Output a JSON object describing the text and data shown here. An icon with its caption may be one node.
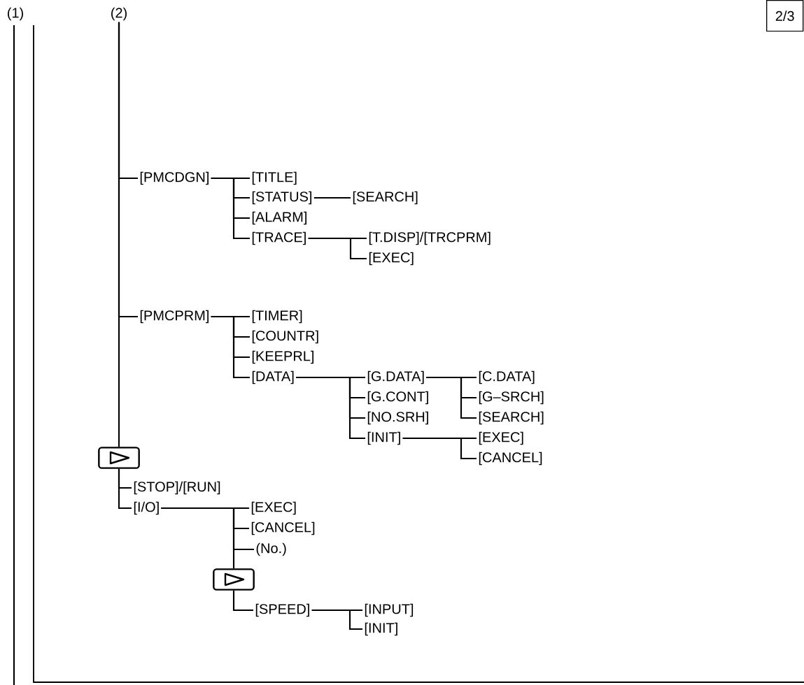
{
  "diagram": {
    "nodes": [
      {
        "text": [
          "(2)"
        ]
      },
      {
        "text": [
          "[PMCDGN]"
        ]
      },
      {
        "text": [
          "[TITLE]"
        ]
      },
      {
        "text": [
          "[STATUS]"
        ]
      },
      {
        "text": [
          "[SEARCH]"
        ]
      },
      {
        "text": [
          "[ALARM]"
        ]
      },
      {
        "text": [
          "[TRACE]"
        ]
      },
      {
        "text": [
          "[T.DISP]/[TRCPRM]"
        ]
      },
      {
        "text": [
          "[EXEC]"
        ]
      },
      {
        "text": [
          "[PMCPRM]"
        ]
      },
      {
        "text": [
          "[TIMER]"
        ]
      },
      {
        "text": [
          "[COUNTR]"
        ]
      },
      {
        "text": [
          "[KEEPRL]"
        ]
      },
      {
        "text": [
          "[DATA]"
        ]
      },
      {
        "text": [
          "[G.DATA]"
        ]
      },
      {
        "text": [
          "[G.CONT]"
        ]
      },
      {
        "text": [
          "[NO.SRH]"
        ]
      },
      {
        "text": [
          "[INIT]"
        ]
      },
      {
        "text": [
          "[C.DATA]"
        ]
      },
      {
        "text": [
          "[G–SRCH]"
        ]
      },
      {
        "text": [
          "[SEARCH]"
        ]
      },
      {
        "text": [
          "[EXEC]"
        ]
      },
      {
        "text": [
          "[CANCEL]"
        ]
      },
      {
        "text": [],
        "shape": "box"
      },
      {
        "text": [
          "[STOP]/[RUN]"
        ]
      },
      {
        "text": [
          "[I/O]"
        ]
      },
      {
        "text": [
          "[EXEC]"
        ]
      },
      {
        "text": [
          "[CANCEL]"
        ]
      },
      {
        "text": [
          "(No.)"
        ]
      },
      {
        "text": [],
        "shape": "box"
      },
      {
        "text": [
          "[SPEED]"
        ]
      },
      {
        "text": [
          "[INPUT]"
        ]
      },
      {
        "text": [
          "[INIT]"
        ]
      },
      {
        "text": [
          "2/3"
        ]
      }
    ],
    "edges": [
      {
        "from": 0,
        "to": 1,
        "arrow": "none"
      },
      {
        "from": 0,
        "to": 9,
        "arrow": "none"
      },
      {
        "from": 0,
        "to": 23,
        "arrow": "none"
      },
      {
        "from": 1,
        "to": 2,
        "arrow": "none"
      },
      {
        "from": 1,
        "to": 3,
        "arrow": "none"
      },
      {
        "from": 1,
        "to": 5,
        "arrow": "none"
      },
      {
        "from": 1,
        "to": 6,
        "arrow": "none"
      },
      {
        "from": 3,
        "to": 4,
        "arrow": "none"
      },
      {
        "from": 6,
        "to": 7,
        "arrow": "none"
      },
      {
        "from": 6,
        "to": 8,
        "arrow": "none"
      },
      {
        "from": 9,
        "to": 10,
        "arrow": "none"
      },
      {
        "from": 9,
        "to": 11,
        "arrow": "none"
      },
      {
        "from": 9,
        "to": 12,
        "arrow": "none"
      },
      {
        "from": 9,
        "to": 13,
        "arrow": "none"
      },
      {
        "from": 13,
        "to": 14,
        "arrow": "none"
      },
      {
        "from": 13,
        "to": 15,
        "arrow": "none"
      },
      {
        "from": 13,
        "to": 16,
        "arrow": "none"
      },
      {
        "from": 13,
        "to": 17,
        "arrow": "none"
      },
      {
        "from": 14,
        "to": 18,
        "arrow": "none"
      },
      {
        "from": 14,
        "to": 19,
        "arrow": "none"
      },
      {
        "from": 14,
        "to": 20,
        "arrow": "none"
      },
      {
        "from": 17,
        "to": 21,
        "arrow": "none"
      },
      {
        "from": 17,
        "to": 22,
        "arrow": "none"
      },
      {
        "from": 23,
        "to": 24,
        "arrow": "none"
      },
      {
        "from": 23,
        "to": 25,
        "arrow": "none"
      },
      {
        "from": 25,
        "to": 26,
        "arrow": "none"
      },
      {
        "from": 25,
        "to": 27,
        "arrow": "none"
      },
      {
        "from": 25,
        "to": 28,
        "arrow": "none"
      },
      {
        "from": 25,
        "to": 29,
        "arrow": "none"
      },
      {
        "from": 29,
        "to": 30,
        "arrow": "none"
      },
      {
        "from": 30,
        "to": 31,
        "arrow": "none"
      },
      {
        "from": 30,
        "to": 32,
        "arrow": "none"
      }
    ],
    "labels": [
      "(1)"
    ]
  }
}
